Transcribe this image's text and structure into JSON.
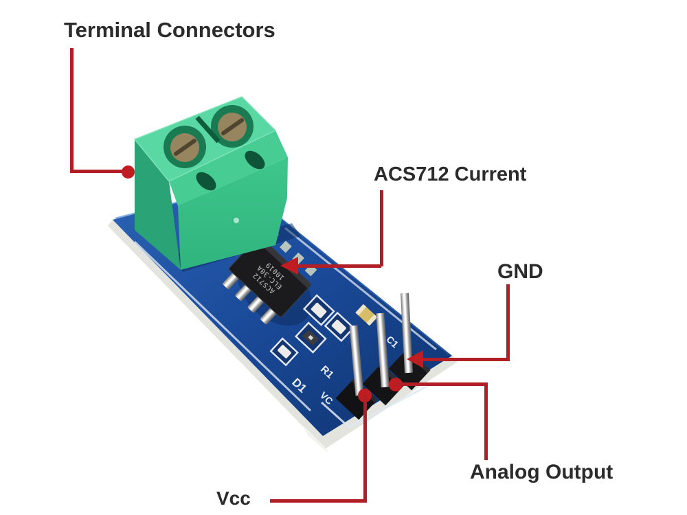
{
  "diagram": {
    "labels": {
      "terminal_connectors": "Terminal Connectors",
      "chip": "ACS712 Current",
      "gnd": "GND",
      "analog_output": "Analog Output",
      "vcc": "Vcc"
    },
    "module": {
      "chip_marking": [
        "ACS712",
        "ELC-30A",
        "10019"
      ],
      "silkscreen": {
        "d1": "D1",
        "r1": "R1",
        "vc": "VC",
        "c1": "C1"
      }
    },
    "colors": {
      "background": "#ffffff",
      "annotation_red": "#b21e25",
      "arrow_red": "#c01d22",
      "label_text": "#2b2b2b",
      "pcb_blue": "#1d50a0",
      "pcb_blue_dark": "#0e336e",
      "terminal_green_top": "#5ad8a3",
      "terminal_green_front": "#3ec68c",
      "terminal_green_band": "#47cd94",
      "terminal_green_side": "#2aa477",
      "chip_body": "#1b1b1e",
      "pin_metal": "#e8e8e8",
      "silkscreen_white": "#e8eef6"
    }
  }
}
